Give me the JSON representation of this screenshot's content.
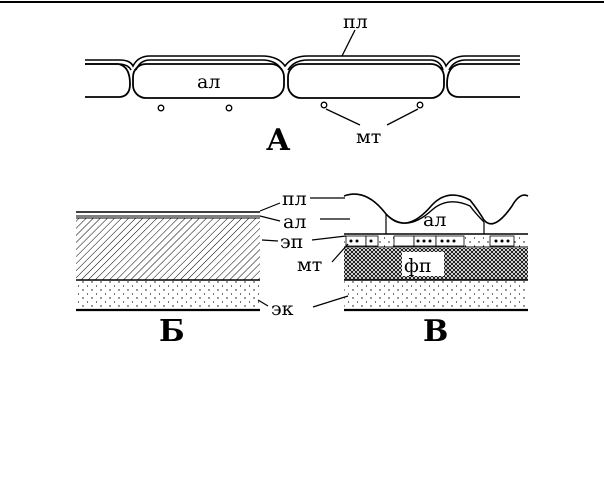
{
  "panels": {
    "a": {
      "letter": "А",
      "labels": {
        "pl": "пл",
        "al": "ал",
        "mt": "мт"
      }
    },
    "b": {
      "letter": "Б"
    },
    "v": {
      "letter": "В",
      "labels": {
        "al": "ал",
        "fp": "фп"
      }
    }
  },
  "shared_labels": {
    "pl": "пл",
    "al": "ал",
    "ep": "эп",
    "mt": "мт",
    "ek": "эк"
  },
  "colors": {
    "ink": "#000000",
    "background": "#ffffff"
  }
}
